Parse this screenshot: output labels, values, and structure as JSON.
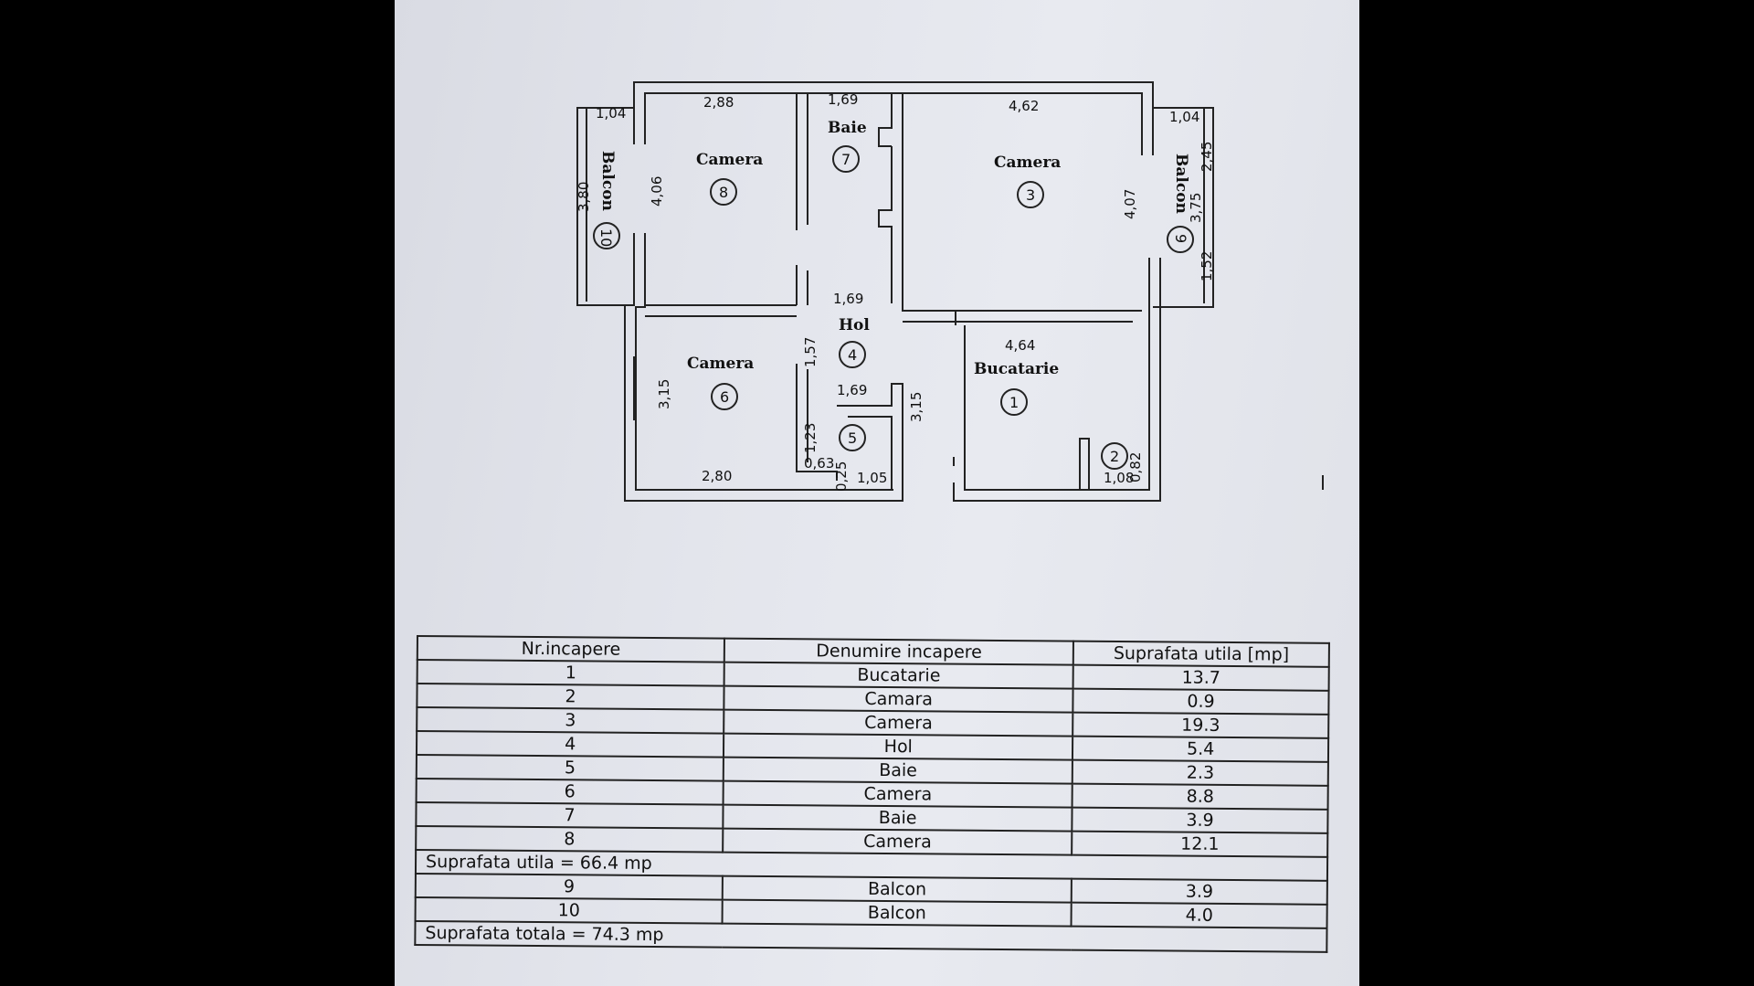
{
  "plan": {
    "rooms": [
      {
        "id": "1",
        "name": "Bucatarie"
      },
      {
        "id": "2",
        "name": ""
      },
      {
        "id": "3",
        "name": "Camera"
      },
      {
        "id": "4",
        "name": "Hol"
      },
      {
        "id": "5",
        "name": ""
      },
      {
        "id": "6",
        "name": "Camera"
      },
      {
        "id": "7",
        "name": "Baie"
      },
      {
        "id": "8",
        "name": "Camera"
      },
      {
        "id": "9",
        "name": "Balcon"
      },
      {
        "id": "10",
        "name": "Balcon"
      }
    ],
    "dimensions": {
      "d_104_left": "1,04",
      "d_288": "2,88",
      "d_169_top": "1,69",
      "d_462": "4,62",
      "d_104_right": "1,04",
      "d_380": "3,80",
      "d_406": "4,06",
      "d_245": "2,45",
      "d_152": "1,52",
      "d_169_hol": "1,69",
      "d_407": "4,07",
      "d_375": "3,75",
      "d_464": "4,64",
      "d_157": "1,57",
      "d_315_left": "3,15",
      "d_169_baie": "1,69",
      "d_315_mid": "3,15",
      "d_123": "1,23",
      "d_063": "0,63",
      "d_025": "0,25",
      "d_105": "1,05",
      "d_280": "2,80",
      "d_108": "1,08",
      "d_082": "0,82"
    }
  },
  "table": {
    "headers": [
      "Nr.incapere",
      "Denumire incapere",
      "Suprafata utila [mp]"
    ],
    "rows": [
      [
        "1",
        "Bucatarie",
        "13.7"
      ],
      [
        "2",
        "Camara",
        "0.9"
      ],
      [
        "3",
        "Camera",
        "19.3"
      ],
      [
        "4",
        "Hol",
        "5.4"
      ],
      [
        "5",
        "Baie",
        "2.3"
      ],
      [
        "6",
        "Camera",
        "8.8"
      ],
      [
        "7",
        "Baie",
        "3.9"
      ],
      [
        "8",
        "Camera",
        "12.1"
      ]
    ],
    "useful_total": "Suprafata utila  =  66.4  mp",
    "balcony_rows": [
      [
        "9",
        "Balcon",
        "3.9"
      ],
      [
        "10",
        "Balcon",
        "4.0"
      ]
    ],
    "grand_total": "Suprafata totala  =  74.3  mp"
  }
}
